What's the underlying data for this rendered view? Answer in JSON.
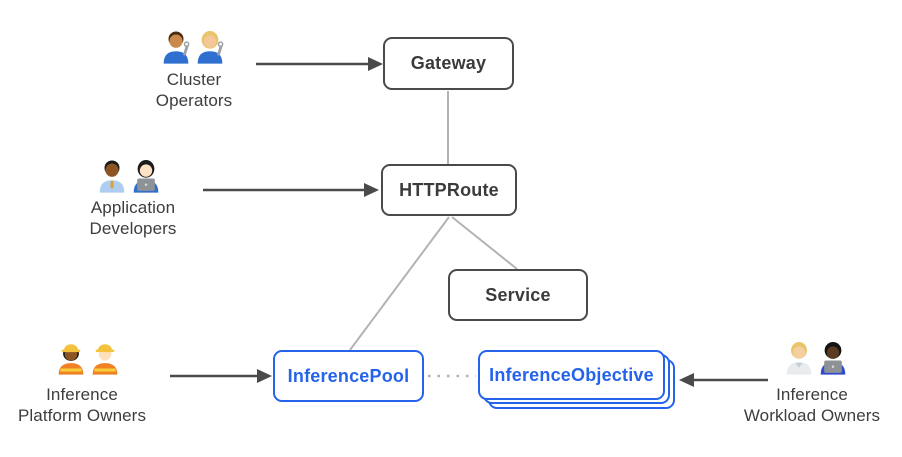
{
  "nodes": {
    "gateway": "Gateway",
    "httproute": "HTTPRoute",
    "service": "Service",
    "inference_pool": "InferencePool",
    "inference_objective": "InferenceObjective"
  },
  "actors": {
    "cluster_operators": {
      "line1": "Cluster",
      "line2": "Operators",
      "icons": [
        "man-mechanic-emoji",
        "woman-mechanic-emoji"
      ]
    },
    "application_developers": {
      "line1": "Application",
      "line2": "Developers",
      "icons": [
        "man-office-worker-emoji",
        "woman-technologist-emoji"
      ]
    },
    "inference_platform_owners": {
      "line1": "Inference",
      "line2": "Platform Owners",
      "icons": [
        "woman-construction-worker-emoji",
        "man-construction-worker-emoji"
      ]
    },
    "inference_workload_owners": {
      "line1": "Inference",
      "line2": "Workload Owners",
      "icons": [
        "person-white-coat-emoji",
        "person-technologist-dark-emoji"
      ]
    }
  },
  "edges": [
    {
      "from": "cluster-operators",
      "to": "gateway",
      "style": "solid-arrow"
    },
    {
      "from": "application-developers",
      "to": "httproute",
      "style": "solid-arrow"
    },
    {
      "from": "gateway",
      "to": "httproute",
      "style": "gray-line"
    },
    {
      "from": "httproute",
      "to": "inference-pool",
      "style": "gray-line"
    },
    {
      "from": "httproute",
      "to": "service",
      "style": "gray-line"
    },
    {
      "from": "inference-pool",
      "to": "inference-objective",
      "style": "dotted-line"
    },
    {
      "from": "inference-platform-owners",
      "to": "inference-pool",
      "style": "solid-arrow"
    },
    {
      "from": "inference-workload-owners",
      "to": "inference-objective",
      "style": "solid-arrow"
    }
  ],
  "colors": {
    "accent_blue": "#2563eb",
    "dark_node_border": "#4a4a4a",
    "node_text": "#3b3b3b",
    "actor_label_text": "#3d3d3d",
    "connector_gray": "#b3b3b3",
    "dotted_gray": "#b0b0b0",
    "arrow_dark": "#4a4a4a",
    "background": "#ffffff"
  }
}
